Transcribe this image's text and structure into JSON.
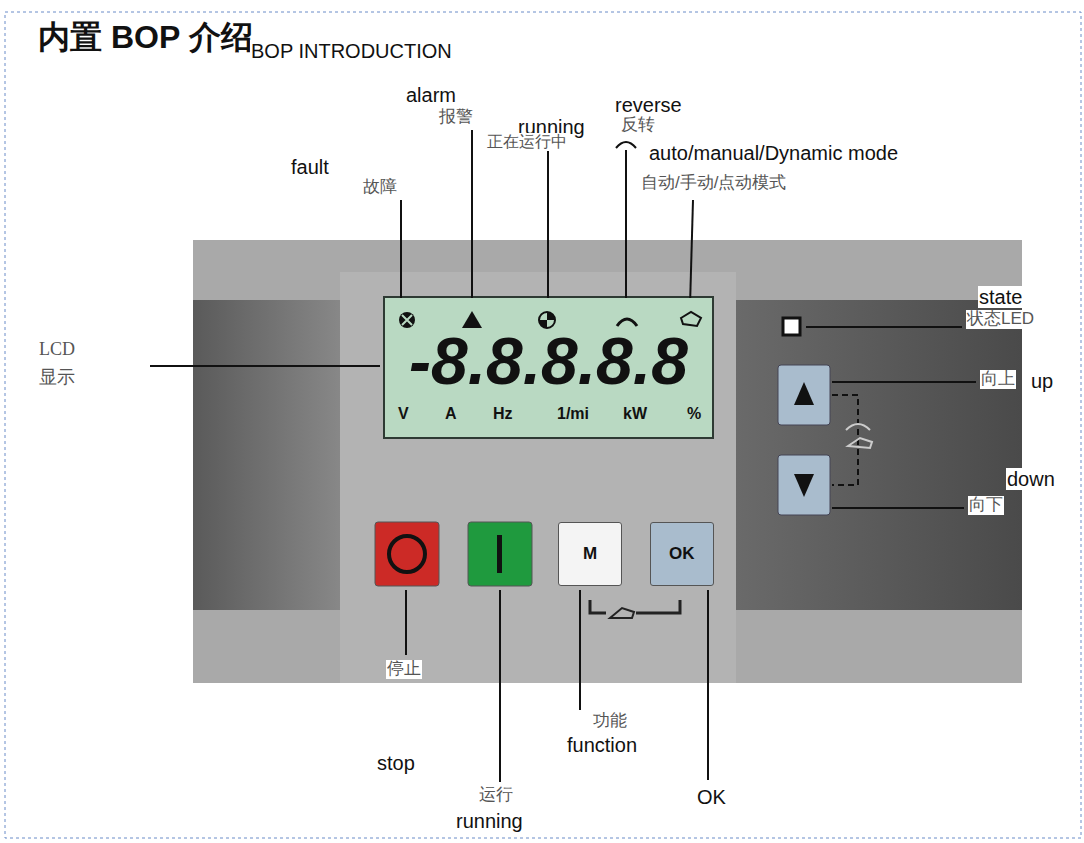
{
  "diagram": {
    "title": "内置 BOP 介绍",
    "nodes": [
      {
        "text": [
          "-8.8.8.8.8",
          "V",
          "A",
          "Hz",
          "1/mi",
          "kW",
          "%"
        ]
      },
      {
        "text": [
          "M"
        ]
      },
      {
        "text": [
          "OK"
        ]
      }
    ],
    "edges": [],
    "labels": [
      "BOP INTRODUCTION",
      "alarm",
      "报警",
      "reverse",
      "running",
      "反转",
      "正在运行中",
      "fault",
      "故障",
      "auto/manual/Dynamic mode",
      "自动/手动/点动模式",
      "state",
      "状态LED",
      "LCD",
      "显示",
      "向上",
      "up",
      "down",
      "向下",
      "停止",
      "stop",
      "功能",
      "function",
      "运行",
      "running",
      "OK"
    ]
  }
}
